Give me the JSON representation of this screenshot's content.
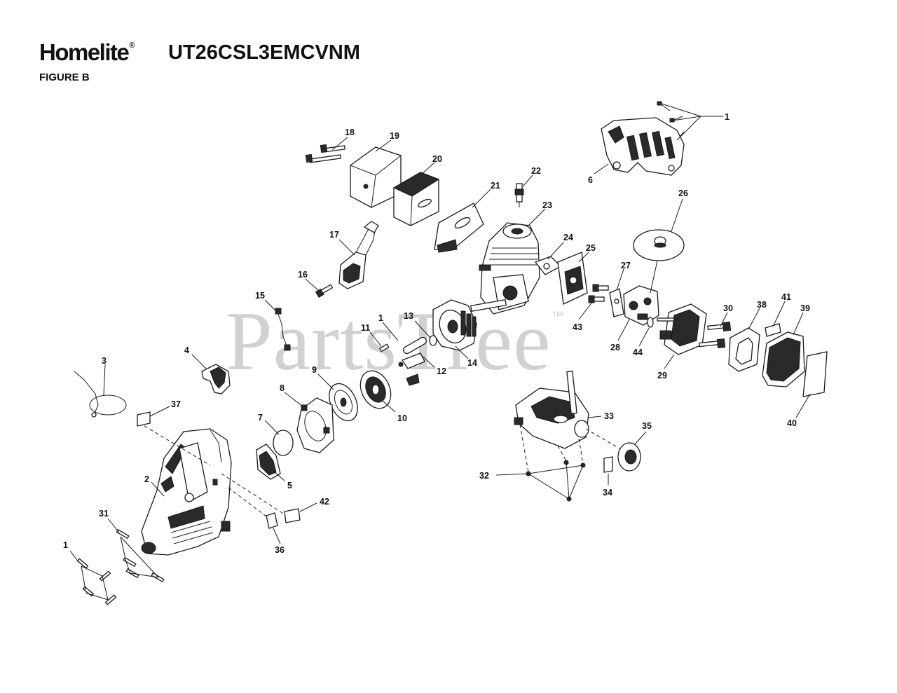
{
  "header": {
    "brand": "Homelite",
    "brand_mark": "®",
    "model": "UT26CSL3EMCVNM",
    "figure": "FIGURE B"
  },
  "watermark": {
    "text": "PartsTree",
    "mark": "™"
  },
  "callouts": [
    "1",
    "2",
    "3",
    "4",
    "5",
    "6",
    "7",
    "8",
    "9",
    "10",
    "11",
    "12",
    "13",
    "14",
    "15",
    "17",
    "16",
    "18",
    "19",
    "20",
    "21",
    "22",
    "23",
    "24",
    "25",
    "26",
    "27",
    "28",
    "29",
    "30",
    "31",
    "32",
    "33",
    "34",
    "35",
    "36",
    "37",
    "38",
    "39",
    "40",
    "41",
    "42",
    "43",
    "44",
    "1",
    "1"
  ]
}
